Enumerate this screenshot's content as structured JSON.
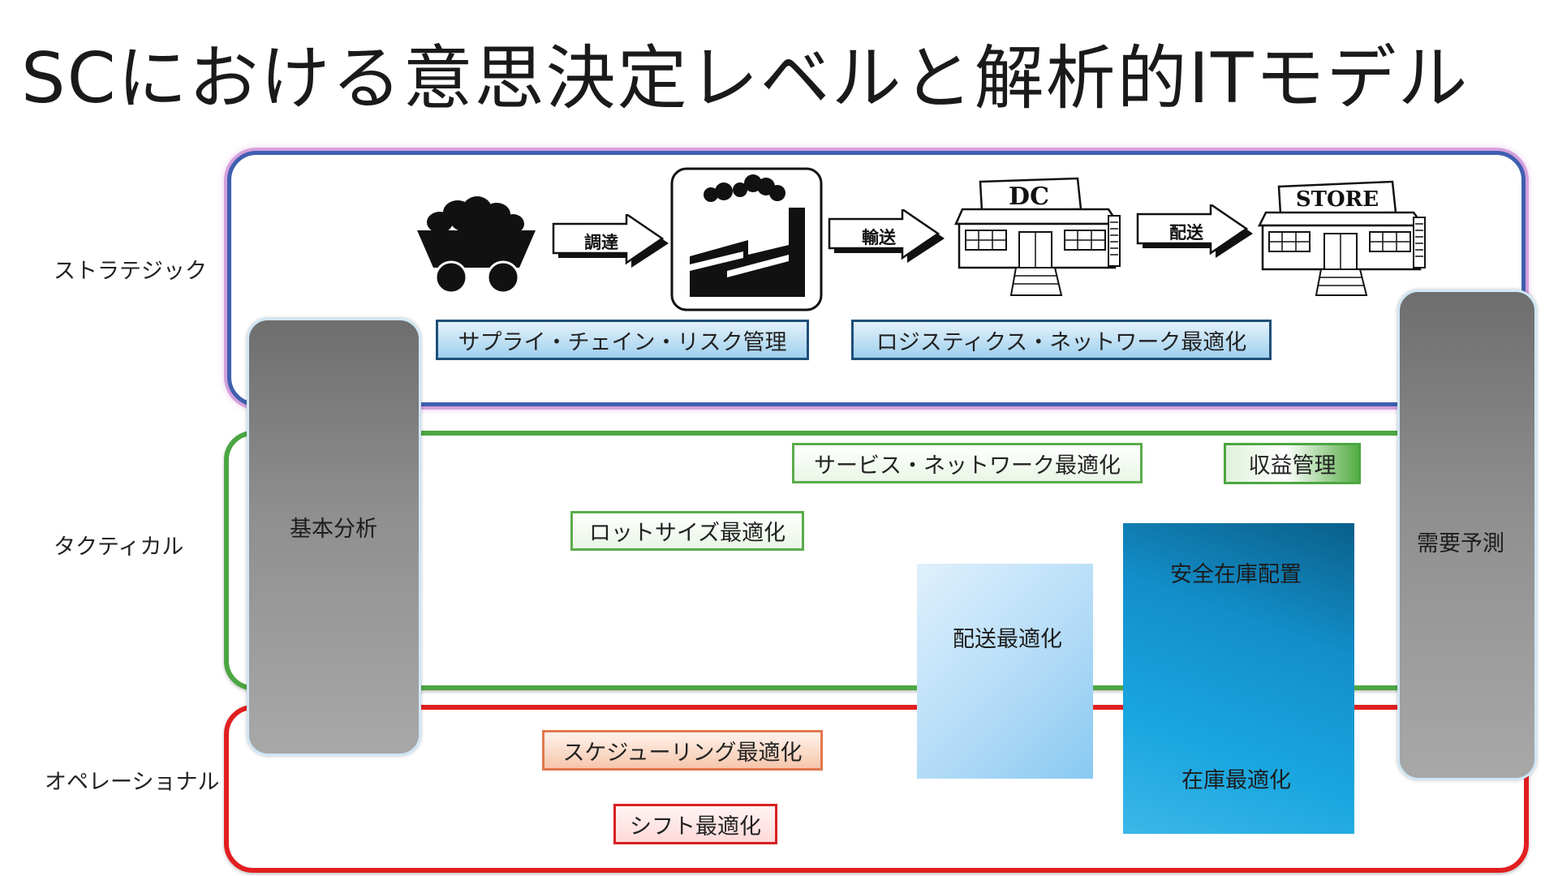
{
  "title": "SCにおける意思決定レベルと解析的ITモデル",
  "levels": {
    "strategic": "ストラテジック",
    "tactical": "タクティカル",
    "operational": "オペレーショナル"
  },
  "pillars": {
    "left": "基本分析",
    "right": "需要予測"
  },
  "flow": {
    "procure": "調達",
    "transport": "輸送",
    "delivery": "配送",
    "dc_sign": "DC",
    "store_sign": "STORE"
  },
  "strategic_models": {
    "risk": "サプライ・チェイン・リスク管理",
    "logistics": "ロジスティクス・ネットワーク最適化"
  },
  "tactical_models": {
    "service": "サービス・ネットワーク最適化",
    "revenue": "収益管理",
    "lot": "ロットサイズ最適化"
  },
  "operational_models": {
    "scheduling": "スケジューリング最適化",
    "shift": "シフト最適化"
  },
  "spanning_models": {
    "delivery_opt": "配送最適化",
    "safety_stock": "安全在庫配置",
    "inventory_opt": "在庫最適化"
  },
  "colors": {
    "strategic_border": "#3f5fb0",
    "tactical_border": "#4ca642",
    "operational_border": "#e11f1f"
  }
}
